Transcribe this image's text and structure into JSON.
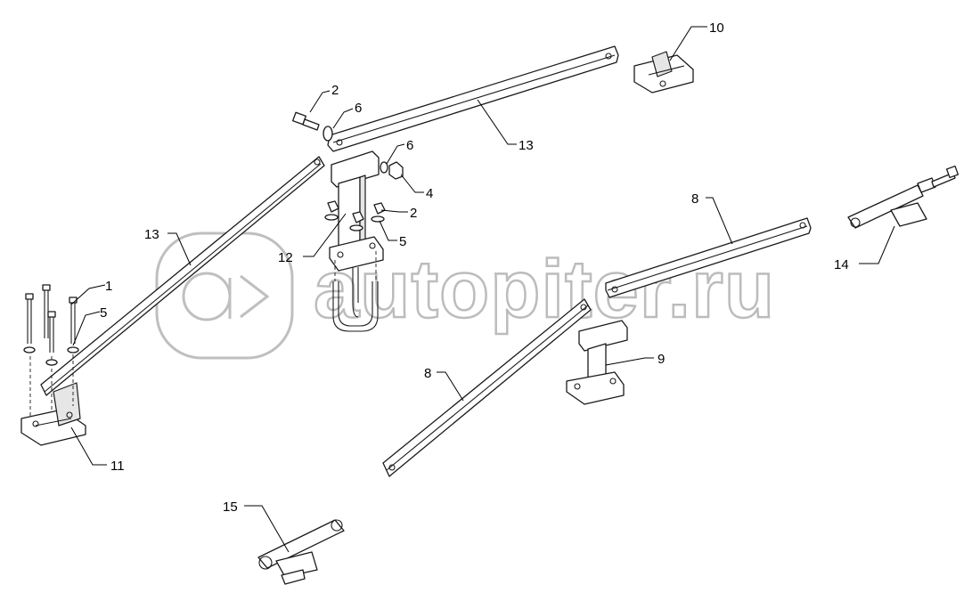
{
  "diagram": {
    "watermark": "autopiter.ru",
    "callouts": {
      "c1": "1",
      "c2a": "2",
      "c2b": "2",
      "c4": "4",
      "c5a": "5",
      "c5b": "5",
      "c6a": "6",
      "c6b": "6",
      "c8a": "8",
      "c8b": "8",
      "c9": "9",
      "c10": "10",
      "c11": "11",
      "c12": "12",
      "c13a": "13",
      "c13b": "13",
      "c14": "14",
      "c15": "15"
    }
  }
}
